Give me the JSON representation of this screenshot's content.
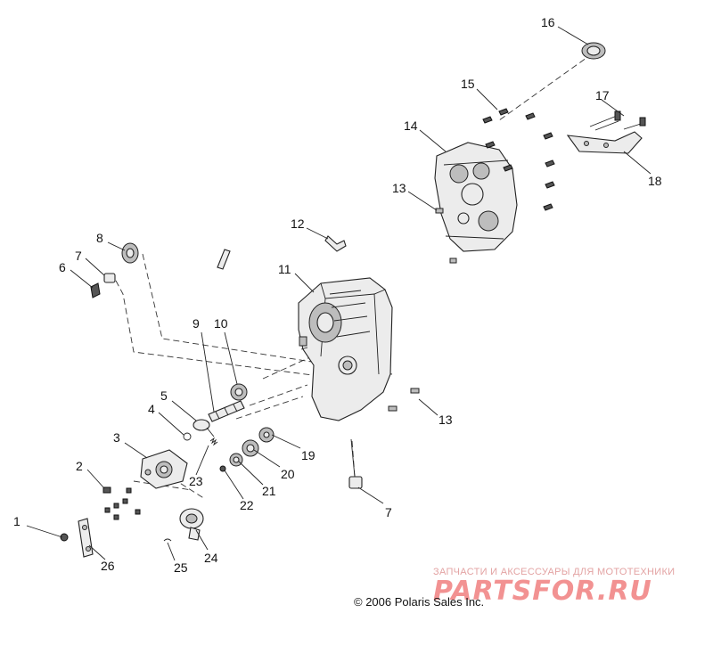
{
  "watermark": {
    "tagline": "ЗАПЧАСТИ И АКСЕССУАРЫ ДЛЯ МОТОТЕХНИКИ",
    "brand": "PARTSFOR.RU"
  },
  "copyright": "© 2006 Polaris Sales Inc.",
  "callouts": [
    "1",
    "2",
    "3",
    "4",
    "5",
    "6",
    "7",
    "8",
    "9",
    "10",
    "11",
    "12",
    "13",
    "13",
    "14",
    "15",
    "16",
    "17",
    "18",
    "19",
    "20",
    "21",
    "22",
    "23",
    "24",
    "25",
    "26",
    "7"
  ]
}
